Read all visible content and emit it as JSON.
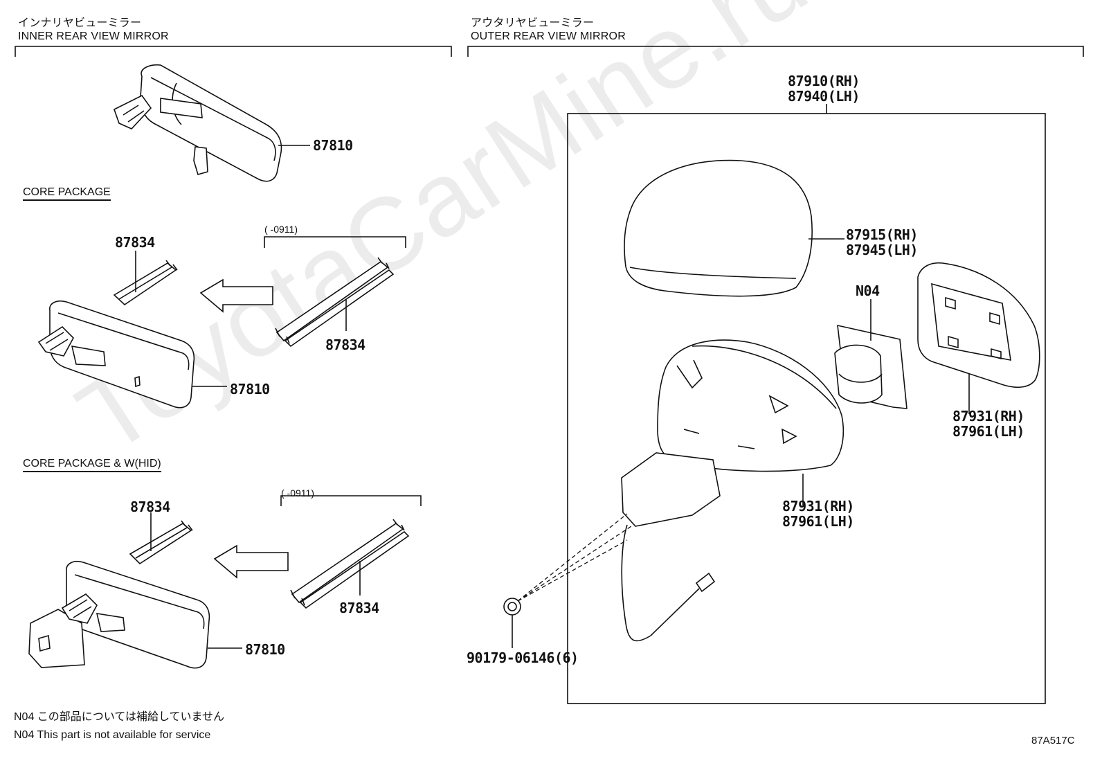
{
  "headers": {
    "inner_jp": "インナリヤビューミラー",
    "inner_en": "INNER REAR VIEW MIRROR",
    "outer_jp": "アウタリヤビューミラー",
    "outer_en": "OUTER REAR VIEW MIRROR"
  },
  "sections": {
    "core_package": "CORE PACKAGE",
    "core_package_hid": "CORE PACKAGE & W(HID)"
  },
  "ranges": {
    "r1": "(      -0911)",
    "r2": "(      -0911)"
  },
  "parts": {
    "p87810_top": "87810",
    "p87834_a": "87834",
    "p87834_b": "87834",
    "p87810_mid": "87810",
    "p87834_c": "87834",
    "p87834_d": "87834",
    "p87810_bot": "87810",
    "p87910": "87910(RH)\n87940(LH)",
    "p87915": "87915(RH)\n87945(LH)",
    "pN04": "N04",
    "p87931_glass": "87931(RH)\n87961(LH)",
    "p87931_body": "87931(RH)\n87961(LH)",
    "p90179": "90179-06146(6)"
  },
  "notes": {
    "n1": "N04 この部品については補給していません",
    "n2": "N04 This part is not available for service"
  },
  "diagram_code": "87A517C",
  "watermark": "ToyotaCarMine.ru",
  "icons": {
    "inner_mirror": "inner-rear-view-mirror-icon",
    "outer_mirror": "outer-rear-view-mirror-icon",
    "arrow": "left-arrow-icon"
  }
}
